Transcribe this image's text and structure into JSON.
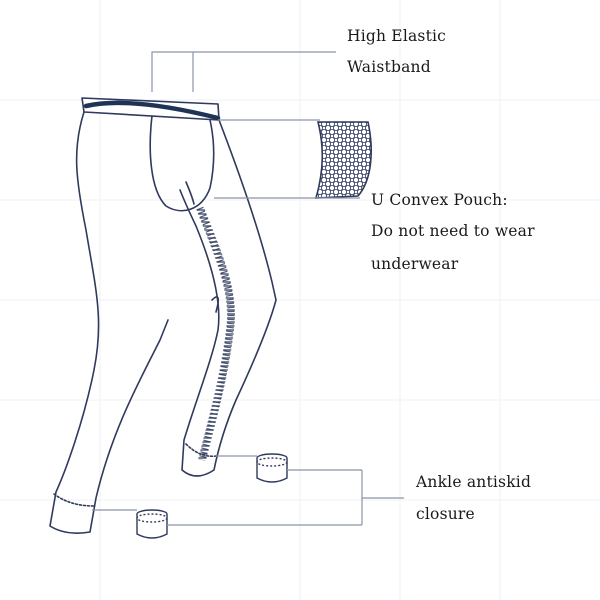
{
  "callouts": {
    "waistband": {
      "line1": "High Elastic",
      "line2": "Waistband"
    },
    "pouch": {
      "line1": "U Convex Pouch:",
      "line2": "Do not need to wear",
      "line3": "underwear"
    },
    "ankle": {
      "line1": "Ankle antiskid",
      "line2": "closure"
    }
  },
  "colors": {
    "outline": "#2f3a5c",
    "waistband": "#1f3357",
    "leader_line": "#8a94a8",
    "grid": "#eef1f5",
    "text": "#1a1a1a"
  }
}
